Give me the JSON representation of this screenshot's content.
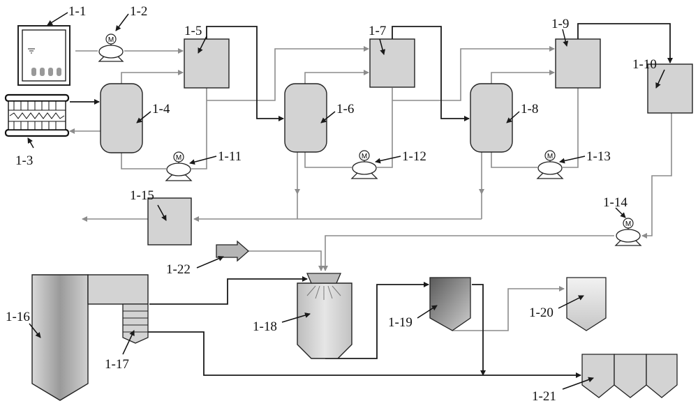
{
  "labels": {
    "l1_1": "1-1",
    "l1_2": "1-2",
    "l1_3": "1-3",
    "l1_4": "1-4",
    "l1_5": "1-5",
    "l1_6": "1-6",
    "l1_7": "1-7",
    "l1_8": "1-8",
    "l1_9": "1-9",
    "l1_10": "1-10",
    "l1_11": "1-11",
    "l1_12": "1-12",
    "l1_13": "1-13",
    "l1_14": "1-14",
    "l1_15": "1-15",
    "l1_16": "1-16",
    "l1_17": "1-17",
    "l1_18": "1-18",
    "l1_19": "1-19",
    "l1_20": "1-20",
    "l1_21": "1-21",
    "l1_22": "1-22"
  },
  "pump_symbol": "M",
  "colors": {
    "box_fill": "#d3d3d3",
    "stroke": "#222222",
    "process_line_gray": "#8c8c8c",
    "process_line_dark": "#1a1a1a"
  }
}
